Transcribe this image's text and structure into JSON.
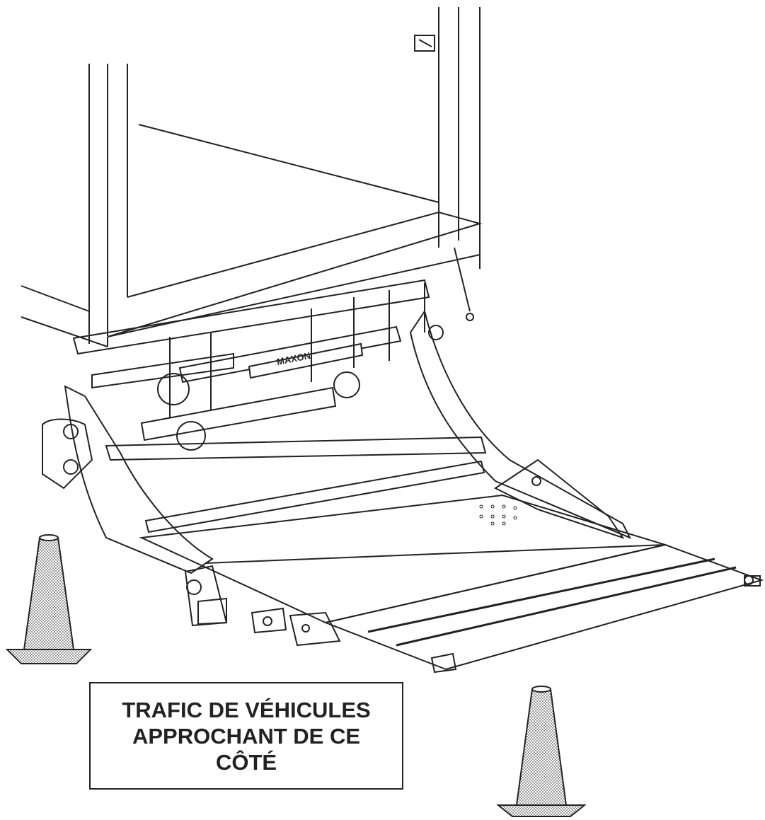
{
  "illustration": {
    "brand_label": "MAXON",
    "icons": {
      "truck_body": "truck-cargo-box",
      "liftgate": "liftgate-mechanism",
      "platform": "liftgate-platform",
      "cone": "traffic-cone"
    }
  },
  "warning_sign": {
    "line1": "TRAFIC DE VÉHICULES",
    "line2": "APPROCHANT DE CE",
    "line3": "CÔTÉ"
  },
  "colors": {
    "ink": "#222222",
    "background": "#ffffff",
    "cone_fill": "#c8c8c8"
  }
}
